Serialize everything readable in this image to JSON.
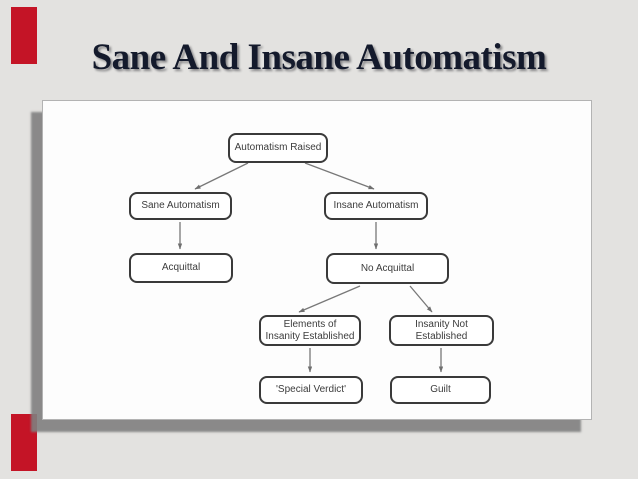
{
  "slide": {
    "title": "Sane And Insane Automatism"
  },
  "theme": {
    "background": "#e3e2e0",
    "accent_red": "#c41426",
    "title_color": "#141a2c",
    "panel_background": "#fdfdfd",
    "node_border": "#3a3a3a",
    "arrow_color": "#787878"
  },
  "flowchart": {
    "nodes": [
      {
        "id": "automatism-raised",
        "label": "Automatism Raised"
      },
      {
        "id": "sane-automatism",
        "label": "Sane Automatism"
      },
      {
        "id": "insane-automatism",
        "label": "Insane Automatism"
      },
      {
        "id": "acquittal",
        "label": "Acquittal"
      },
      {
        "id": "no-acquittal",
        "label": "No Acquittal"
      },
      {
        "id": "elements-of-insanity-established",
        "label": "Elements of Insanity Established"
      },
      {
        "id": "insanity-not-established",
        "label": "Insanity Not Established"
      },
      {
        "id": "special-verdict",
        "label": "'Special Verdict'"
      },
      {
        "id": "guilt",
        "label": "Guilt"
      }
    ],
    "edges": [
      {
        "from": "automatism-raised",
        "to": "sane-automatism"
      },
      {
        "from": "automatism-raised",
        "to": "insane-automatism"
      },
      {
        "from": "sane-automatism",
        "to": "acquittal"
      },
      {
        "from": "insane-automatism",
        "to": "no-acquittal"
      },
      {
        "from": "no-acquittal",
        "to": "elements-of-insanity-established"
      },
      {
        "from": "no-acquittal",
        "to": "insanity-not-established"
      },
      {
        "from": "elements-of-insanity-established",
        "to": "special-verdict"
      },
      {
        "from": "insanity-not-established",
        "to": "guilt"
      }
    ]
  }
}
